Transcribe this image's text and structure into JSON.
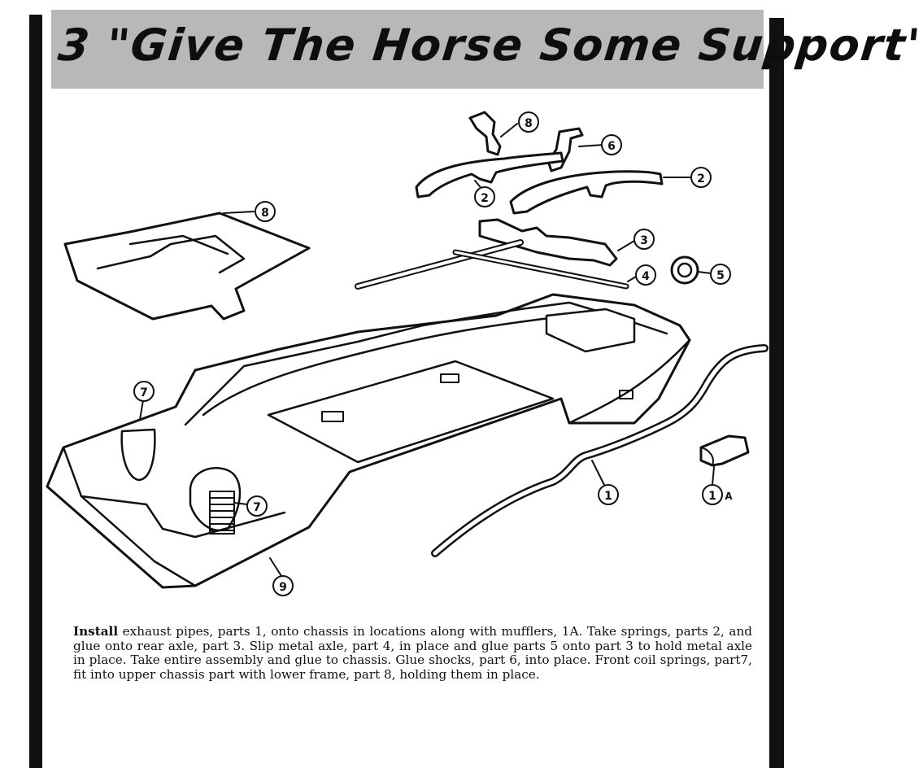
{
  "page": {
    "title": "3 \"Give The Horse Some Support'",
    "instructions_lead": "Install",
    "instructions": " exhaust pipes, parts 1, onto chassis in locations along with mufflers, 1A. Take springs, parts 2, and glue onto rear axle, part 3. Slip metal axle, part 4, in place and glue parts 5 onto part 3 to hold metal axle in place. Take entire assembly and glue to chassis. Glue shocks, part 6, into place. Front coil springs, part7, fit into upper chassis part with lower frame, part 8, holding them in place."
  },
  "callouts": {
    "c8_top": "8",
    "c6": "6",
    "c2_left": "2",
    "c2_right": "2",
    "c8_frame": "8",
    "c3": "3",
    "c4": "4",
    "c5": "5",
    "c7_top": "7",
    "c7_bottom": "7",
    "c1": "1",
    "c1a_num": "1",
    "c1a_suffix": "A",
    "c9": "9"
  }
}
